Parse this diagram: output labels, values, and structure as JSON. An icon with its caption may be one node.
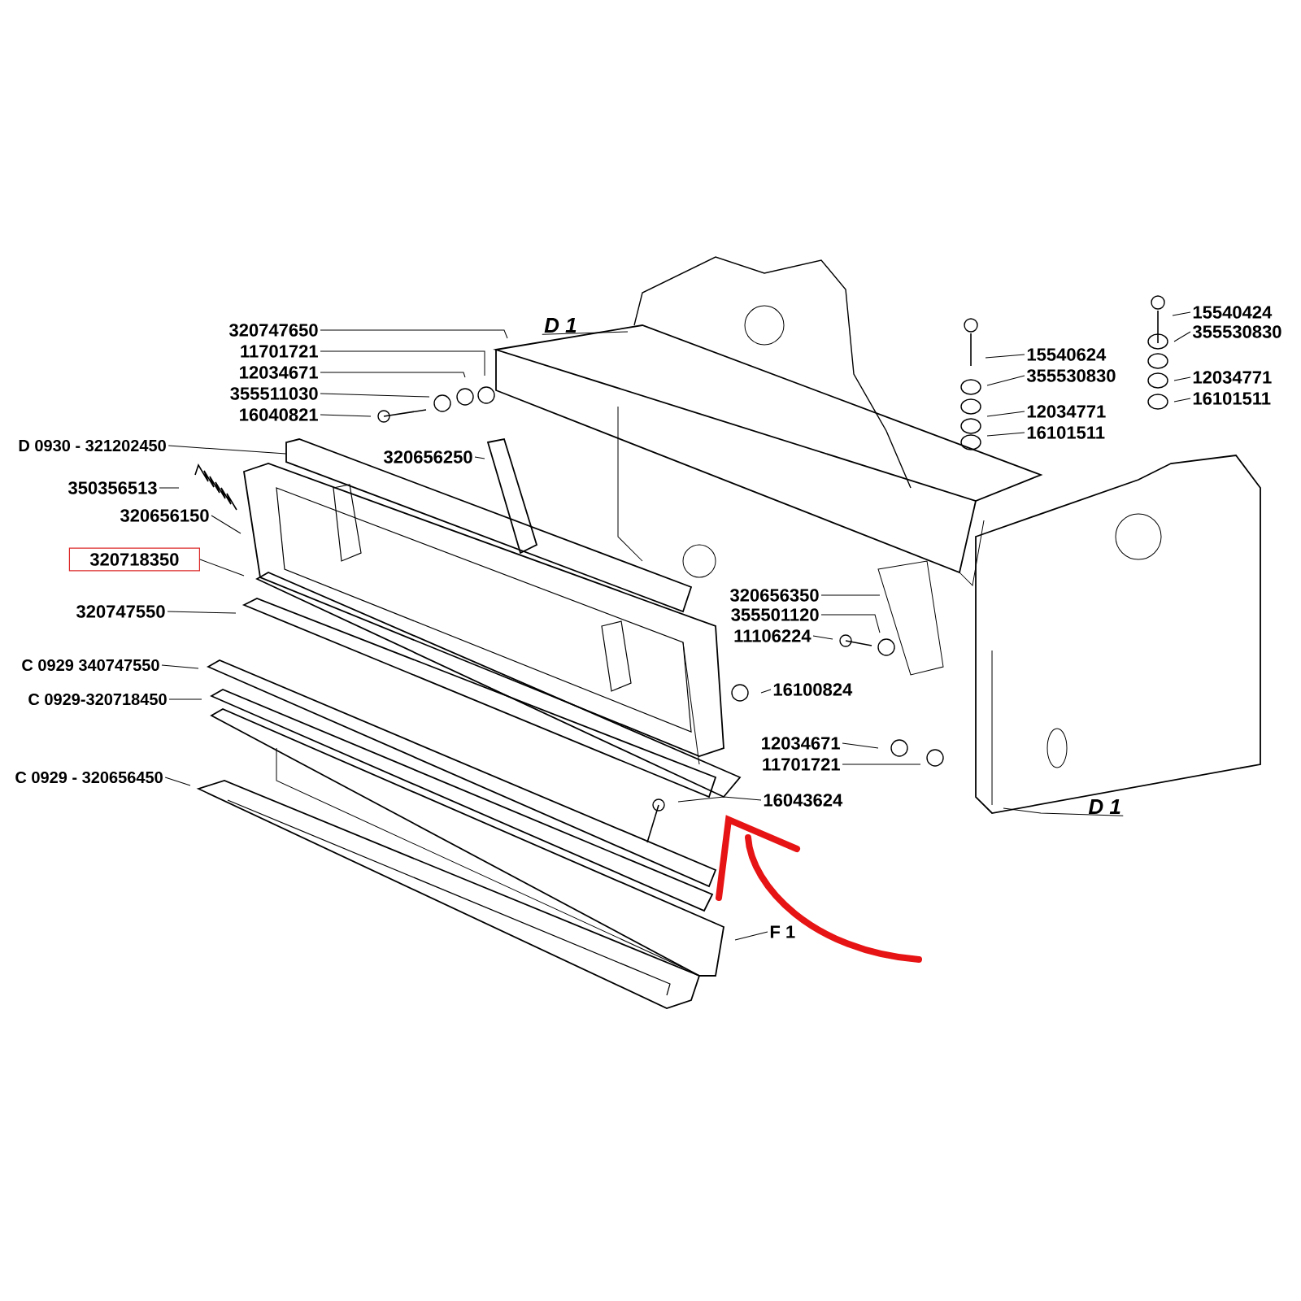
{
  "diagram": {
    "nodes": [
      {
        "text": [
          "320747650"
        ]
      },
      {
        "text": [
          "11701721"
        ]
      },
      {
        "text": [
          "12034671"
        ]
      },
      {
        "text": [
          "355511030"
        ]
      },
      {
        "text": [
          "16040821"
        ]
      },
      {
        "text": [
          "D 0930 - 321202450"
        ]
      },
      {
        "text": [
          "350356513"
        ]
      },
      {
        "text": [
          "320656150"
        ]
      },
      {
        "text": [
          "320718350"
        ]
      },
      {
        "text": [
          "320747550"
        ]
      },
      {
        "text": [
          "C 0929 340747550"
        ]
      },
      {
        "text": [
          "C 0929-320718450"
        ]
      },
      {
        "text": [
          "C 0929 - 320656450"
        ]
      },
      {
        "text": [
          "320656250"
        ]
      },
      {
        "text": [
          "D 1"
        ]
      },
      {
        "text": [
          "15540624"
        ]
      },
      {
        "text": [
          "355530830"
        ]
      },
      {
        "text": [
          "12034771"
        ]
      },
      {
        "text": [
          "16101511"
        ]
      },
      {
        "text": [
          "15540424"
        ]
      },
      {
        "text": [
          "355530830"
        ]
      },
      {
        "text": [
          "12034771"
        ]
      },
      {
        "text": [
          "16101511"
        ]
      },
      {
        "text": [
          "320656350"
        ]
      },
      {
        "text": [
          "355501120"
        ]
      },
      {
        "text": [
          "11106224"
        ]
      },
      {
        "text": [
          "16100824"
        ]
      },
      {
        "text": [
          "12034671"
        ]
      },
      {
        "text": [
          "11701721"
        ]
      },
      {
        "text": [
          "16043624"
        ]
      },
      {
        "text": [
          "D 1"
        ]
      },
      {
        "text": [
          "F 1"
        ]
      },
      {
        "text": [],
        "shape": "bar"
      }
    ],
    "edges": [
      {
        "from": 0,
        "to": null,
        "arrow": "none"
      },
      {
        "from": 1,
        "to": null,
        "arrow": "none"
      },
      {
        "from": 2,
        "to": null,
        "arrow": "none"
      },
      {
        "from": 3,
        "to": null,
        "arrow": "none"
      },
      {
        "from": 4,
        "to": null,
        "arrow": "none"
      },
      {
        "from": 5,
        "to": 32,
        "arrow": "none"
      },
      {
        "from": 6,
        "to": null,
        "arrow": "none"
      },
      {
        "from": 7,
        "to": null,
        "arrow": "none"
      },
      {
        "from": 8,
        "to": null,
        "arrow": "none"
      },
      {
        "from": 9,
        "to": null,
        "arrow": "none"
      },
      {
        "from": 10,
        "to": null,
        "arrow": "none"
      },
      {
        "from": 11,
        "to": null,
        "arrow": "none"
      },
      {
        "from": 12,
        "to": null,
        "arrow": "none"
      },
      {
        "from": 13,
        "to": null,
        "arrow": "none"
      },
      {
        "from": 14,
        "to": null,
        "arrow": "none"
      },
      {
        "from": 15,
        "to": null,
        "arrow": "none"
      },
      {
        "from": 16,
        "to": null,
        "arrow": "none"
      },
      {
        "from": 17,
        "to": null,
        "arrow": "none"
      },
      {
        "from": 18,
        "to": null,
        "arrow": "none"
      },
      {
        "from": 19,
        "to": null,
        "arrow": "none"
      },
      {
        "from": 20,
        "to": null,
        "arrow": "none"
      },
      {
        "from": 21,
        "to": null,
        "arrow": "none"
      },
      {
        "from": 22,
        "to": null,
        "arrow": "none"
      },
      {
        "from": 23,
        "to": null,
        "arrow": "none"
      },
      {
        "from": 24,
        "to": null,
        "arrow": "none"
      },
      {
        "from": 25,
        "to": null,
        "arrow": "none"
      },
      {
        "from": 26,
        "to": null,
        "arrow": "none"
      },
      {
        "from": 27,
        "to": null,
        "arrow": "none"
      },
      {
        "from": 28,
        "to": null,
        "arrow": "none"
      },
      {
        "from": 29,
        "to": null,
        "arrow": "none"
      },
      {
        "from": 30,
        "to": null,
        "arrow": "none"
      },
      {
        "from": 31,
        "to": null,
        "arrow": "none"
      }
    ]
  }
}
